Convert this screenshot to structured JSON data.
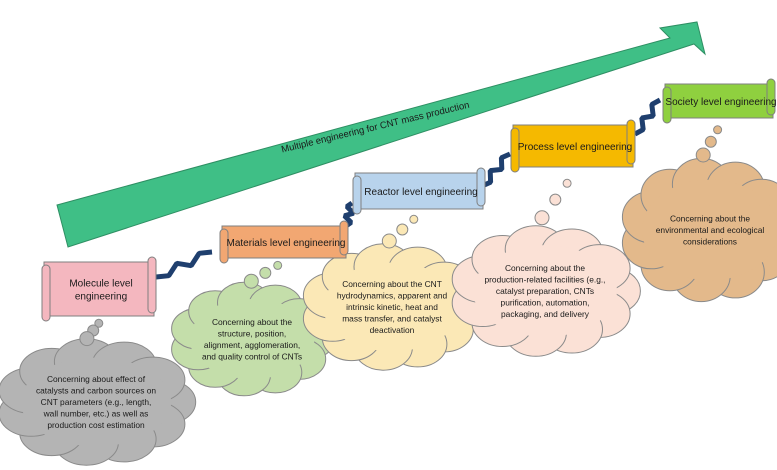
{
  "arrow": {
    "label": "Multiple engineering for CNT mass production",
    "color": "#3fbf86"
  },
  "levels": [
    {
      "title_lines": [
        "Molecule level",
        "engineering"
      ],
      "scroll_color": "#f4b7bf",
      "cloud_color": "#b4b4b4",
      "cloud_lines": [
        "Concerning about effect of",
        "catalysts and carbon sources on",
        "CNT parameters (e.g., length,",
        "wall number, etc.) as well as",
        "production cost estimation"
      ]
    },
    {
      "title_lines": [
        "Materials level engineering"
      ],
      "scroll_color": "#f2a772",
      "cloud_color": "#c4deaa",
      "cloud_lines": [
        "Concerning about the",
        "structure, position,",
        "alignment, agglomeration,",
        "and quality control of CNTs"
      ]
    },
    {
      "title_lines": [
        "Reactor level engineering"
      ],
      "scroll_color": "#b8d3ec",
      "cloud_color": "#fbe8b6",
      "cloud_lines": [
        "Concerning about the CNT",
        "hydrodynamics, apparent and",
        "intrinsic kinetic, heat and",
        "mass transfer, and catalyst",
        "deactivation"
      ]
    },
    {
      "title_lines": [
        "Process level engineering"
      ],
      "scroll_color": "#f5b900",
      "cloud_color": "#fbe1d6",
      "cloud_lines": [
        "Concerning about the",
        "production-related facilities (e.g.,",
        "catalyst preparation, CNTs",
        "purification, automation,",
        "packaging, and delivery"
      ]
    },
    {
      "title_lines": [
        "Society level engineering"
      ],
      "scroll_color": "#8fd03f",
      "cloud_color": "#e3b98b",
      "cloud_lines": [
        "Concerning about the",
        "environmental and ecological",
        "considerations"
      ]
    }
  ],
  "connector_color": "#1f3f6e"
}
